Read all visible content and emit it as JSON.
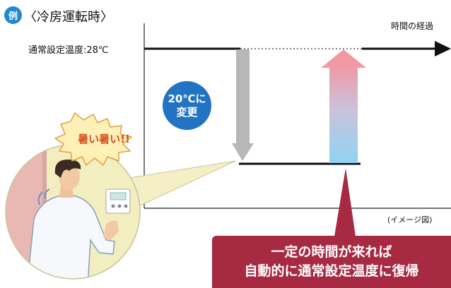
{
  "title": {
    "badge": "例",
    "text": "〈冷房運転時〉"
  },
  "time_axis_label": "時間の経過",
  "normal_temp_label": "通常設定温度:28℃",
  "change_bubble": {
    "line1": "20℃に",
    "line2": "変更"
  },
  "person_speech": "暑い暑い!!",
  "callout": {
    "line1": "一定の時間が来れば",
    "line2": "自動的に通常設定温度に復帰"
  },
  "image_note": "(イメージ図)",
  "colors": {
    "accent_blue": "#2273c4",
    "callout_red": "#a72a43",
    "speech_orange": "#d94f1c"
  }
}
